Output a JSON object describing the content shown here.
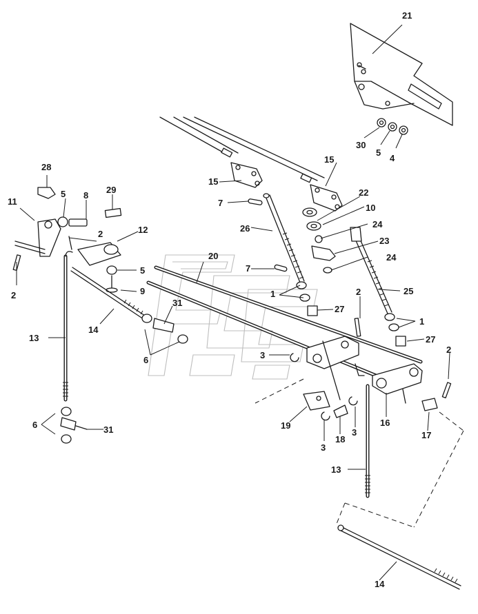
{
  "callouts": [
    {
      "id": "c21a",
      "text": "21"
    },
    {
      "id": "c30",
      "text": "30"
    },
    {
      "id": "c5a",
      "text": "5"
    },
    {
      "id": "c4",
      "text": "4"
    },
    {
      "id": "c28",
      "text": "28"
    },
    {
      "id": "c5b",
      "text": "5"
    },
    {
      "id": "c8",
      "text": "8"
    },
    {
      "id": "c29",
      "text": "29"
    },
    {
      "id": "c11",
      "text": "11"
    },
    {
      "id": "c2a",
      "text": "2"
    },
    {
      "id": "c12",
      "text": "12"
    },
    {
      "id": "c2b",
      "text": "2"
    },
    {
      "id": "c5c",
      "text": "5"
    },
    {
      "id": "c9",
      "text": "9"
    },
    {
      "id": "c15a",
      "text": "15"
    },
    {
      "id": "c15b",
      "text": "15"
    },
    {
      "id": "c22",
      "text": "22"
    },
    {
      "id": "c10",
      "text": "10"
    },
    {
      "id": "c7a",
      "text": "7"
    },
    {
      "id": "c26",
      "text": "26"
    },
    {
      "id": "c24a",
      "text": "24"
    },
    {
      "id": "c23",
      "text": "23"
    },
    {
      "id": "c24b",
      "text": "24"
    },
    {
      "id": "c20",
      "text": "20"
    },
    {
      "id": "c7b",
      "text": "7"
    },
    {
      "id": "c25",
      "text": "25"
    },
    {
      "id": "c1a",
      "text": "1"
    },
    {
      "id": "c2c",
      "text": "2"
    },
    {
      "id": "c31a",
      "text": "31"
    },
    {
      "id": "c27a",
      "text": "27"
    },
    {
      "id": "c1b",
      "text": "1"
    },
    {
      "id": "c13a",
      "text": "13"
    },
    {
      "id": "c14a",
      "text": "14"
    },
    {
      "id": "c27b",
      "text": "27"
    },
    {
      "id": "c6a",
      "text": "6"
    },
    {
      "id": "c3a",
      "text": "3"
    },
    {
      "id": "c2d",
      "text": "2"
    },
    {
      "id": "c6b",
      "text": "6"
    },
    {
      "id": "c31b",
      "text": "31"
    },
    {
      "id": "c19",
      "text": "19"
    },
    {
      "id": "c18",
      "text": "18"
    },
    {
      "id": "c3b",
      "text": "3"
    },
    {
      "id": "c3c",
      "text": "3"
    },
    {
      "id": "c16",
      "text": "16"
    },
    {
      "id": "c17",
      "text": "17"
    },
    {
      "id": "c13b",
      "text": "13"
    },
    {
      "id": "c14b",
      "text": "14"
    }
  ]
}
